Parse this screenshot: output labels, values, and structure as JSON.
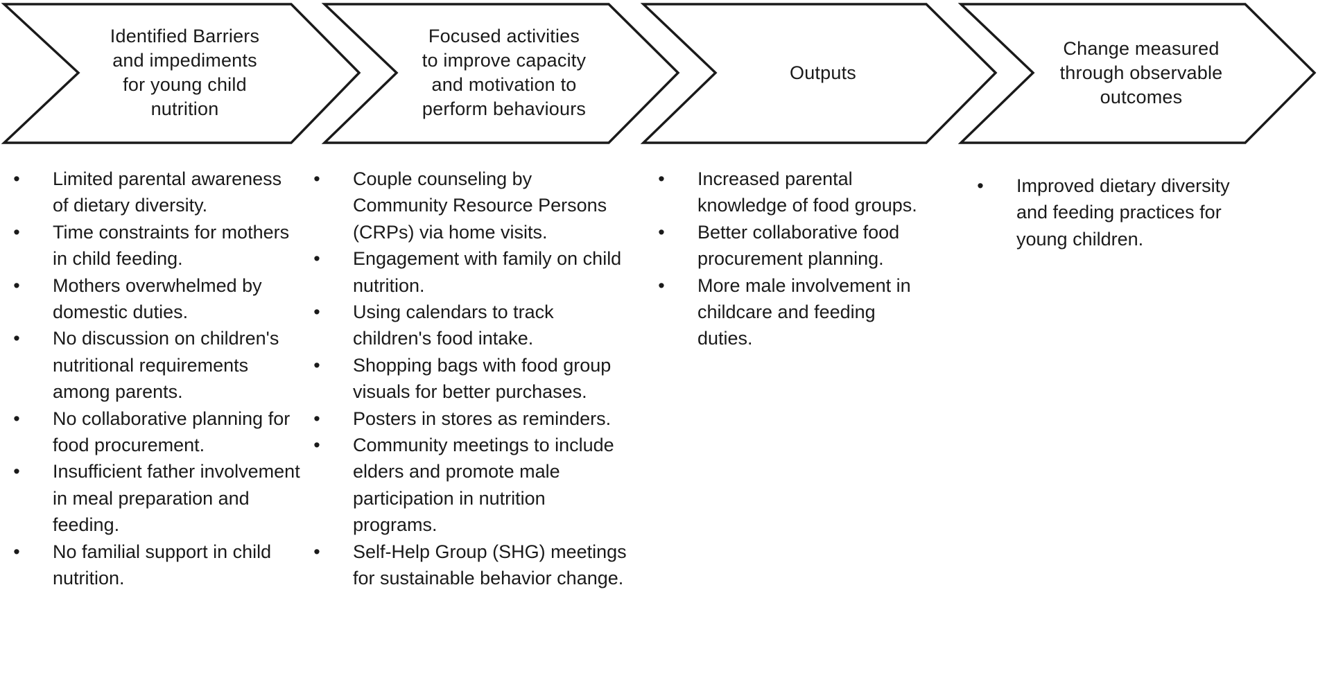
{
  "colors": {
    "stroke": "#1a1a1a",
    "fill": "#ffffff",
    "text": "#1a1a1a"
  },
  "bullet_symbol": "•",
  "stages": [
    {
      "id": "barriers",
      "title_lines": [
        "Identified Barriers",
        "and impediments",
        "for young child",
        "nutrition"
      ],
      "items": [
        "Limited parental awareness of dietary diversity.",
        "Time constraints for mothers in child feeding.",
        "Mothers overwhelmed by domestic duties.",
        "No discussion on children's nutritional requirements among parents.",
        "No collaborative planning for food procurement.",
        "Insufficient father involvement in meal preparation and feeding.",
        "No familial support in child nutrition."
      ]
    },
    {
      "id": "activities",
      "title_lines": [
        "Focused activities",
        "to improve capacity",
        "and motivation to",
        "perform behaviours"
      ],
      "items": [
        "Couple counseling by Community Resource Persons (CRPs) via home visits.",
        "Engagement with family on child nutrition.",
        "Using calendars to track children's food intake.",
        "Shopping bags with food group visuals for better purchases.",
        "Posters in stores as reminders.",
        "Community meetings to include elders and promote male participation in nutrition programs.",
        "Self-Help Group (SHG) meetings for sustainable behavior change."
      ]
    },
    {
      "id": "outputs",
      "title_lines": [
        "Outputs"
      ],
      "items": [
        "Increased parental knowledge of food groups.",
        "Better collaborative food procurement planning.",
        "More male involvement in childcare and feeding duties."
      ]
    },
    {
      "id": "outcomes",
      "title_lines": [
        "Change measured",
        "through observable",
        "outcomes"
      ],
      "items": [
        "Improved dietary diversity and feeding practices for young children."
      ]
    }
  ]
}
